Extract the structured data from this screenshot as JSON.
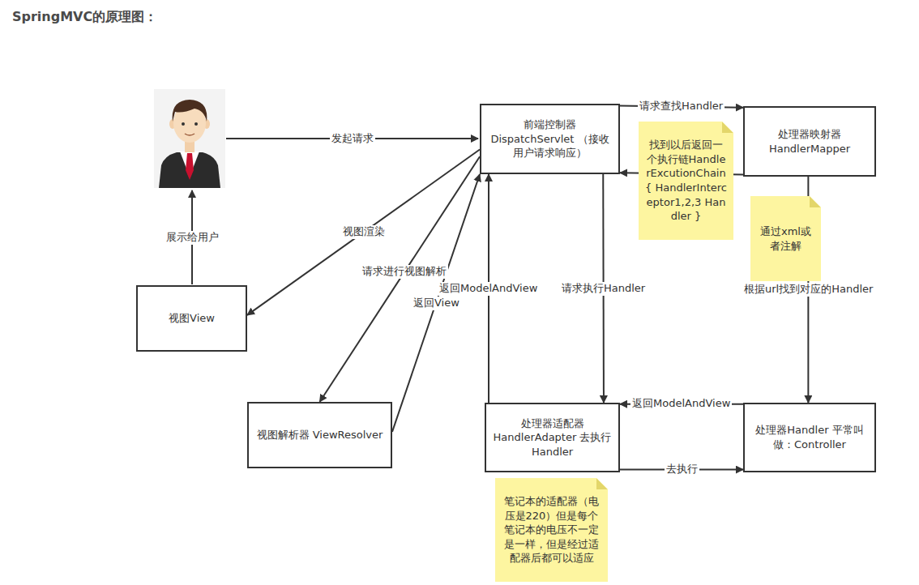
{
  "diagram": {
    "title": "SpringMVC的原理图：",
    "nodes": [
      {
        "text": [
          "前端控制器 DispatchServlet （接收用户请求响应）"
        ]
      },
      {
        "text": [
          "处理器映射器 HandlerMapper"
        ]
      },
      {
        "text": [
          "找到以后返回一个执行链HandlerExcutionChain{ HandlerInterceptor1,2,3 Handler }"
        ]
      },
      {
        "text": [
          "通过xml或者注解"
        ]
      },
      {
        "text": [
          "视图View"
        ]
      },
      {
        "text": [
          "视图解析器 ViewResolver"
        ]
      },
      {
        "text": [
          "处理器适配器 HandlerAdapter 去执行Handler"
        ]
      },
      {
        "text": [
          "处理器Handler 平常叫做：Controller"
        ]
      },
      {
        "text": [
          "笔记本的适配器（电压是220）但是每个笔记本的电压不一定是一样，但是经过适配器后都可以适应"
        ]
      }
    ],
    "edges": [
      {
        "from": 0,
        "to": 1,
        "label": "请求查找Handler",
        "arrow": "to"
      },
      {
        "from": 1,
        "to": 0,
        "arrow": "to"
      },
      {
        "from": 1,
        "to": 7,
        "label": "根据url找到对应的Handler",
        "arrow": "to"
      },
      {
        "from": 0,
        "to": 6,
        "label": "请求执行Handler",
        "arrow": "to"
      },
      {
        "from": 6,
        "to": 7,
        "label": "去执行",
        "arrow": "to"
      },
      {
        "from": 7,
        "to": 6,
        "label": "返回ModelAndView",
        "arrow": "to"
      },
      {
        "from": 6,
        "to": 0,
        "label": "返回ModelAndView",
        "arrow": "to"
      },
      {
        "from": 0,
        "to": 4,
        "label": "视图渲染",
        "arrow": "to"
      },
      {
        "from": 0,
        "to": 5,
        "label": "请求进行视图解析",
        "arrow": "to"
      },
      {
        "from": 5,
        "to": 0,
        "label": "返回View",
        "arrow": "to"
      }
    ],
    "labels": [
      "发起请求",
      "展示给用户"
    ]
  }
}
